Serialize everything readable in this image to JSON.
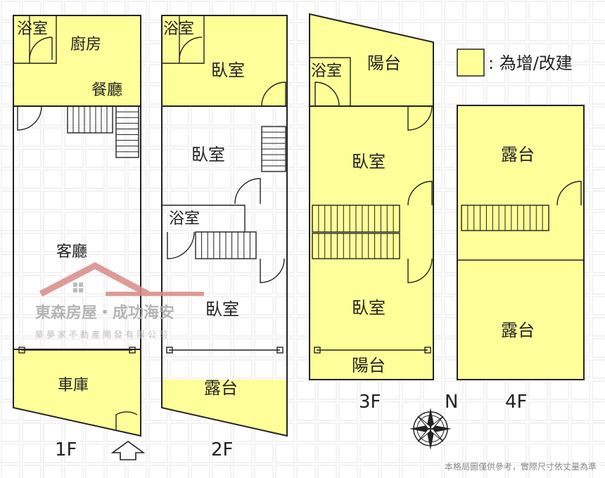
{
  "colors": {
    "addition": "#ffff99",
    "wall": "#222222",
    "watermark_red": "#c0504d",
    "watermark_grey": "#9a9a9a",
    "grid_watermark": "#ececec"
  },
  "legend": {
    "text": ": 為增/改建"
  },
  "floors": [
    {
      "label": "1F",
      "rooms": [
        "浴室",
        "廚房",
        "餐廳",
        "客廳",
        "車庫"
      ]
    },
    {
      "label": "2F",
      "rooms": [
        "浴室",
        "臥室",
        "臥室",
        "浴室",
        "臥室",
        "露台"
      ]
    },
    {
      "label": "3F",
      "rooms": [
        "陽台",
        "浴室",
        "臥室",
        "臥室",
        "陽台"
      ]
    },
    {
      "label": "4F",
      "rooms": [
        "露台",
        "露台"
      ]
    }
  ],
  "compass": {
    "label": "N",
    "icon": "compass-rose-icon"
  },
  "entrance": {
    "icon": "entrance-arrow-icon"
  },
  "watermark": {
    "company": "東森房屋・成功海安",
    "slogan": "築夢家不動產開發有限公司"
  },
  "disclaimer": "本格局圖僅供參考，實際尺寸依丈量為準"
}
